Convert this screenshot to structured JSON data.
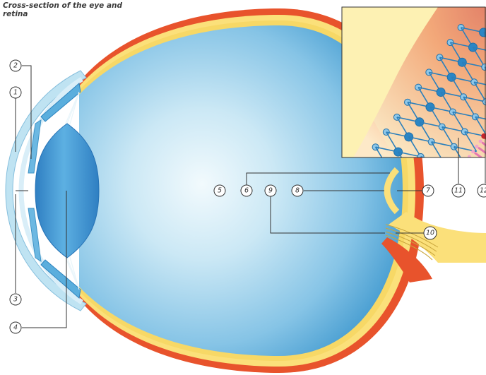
{
  "title": "Cross-section of the eye and retina",
  "callouts": [
    "1",
    "2",
    "3",
    "4",
    "5",
    "6",
    "7",
    "8",
    "9",
    "10",
    "11",
    "12"
  ],
  "colors": {
    "sclera": "#e8532c",
    "choroid_yellow": "#fbe07a",
    "vitreous_light": "#eef8fc",
    "vitreous_dark": "#4aa3d3",
    "lens": "#3a8fd0",
    "cornea": "#bfe3f2",
    "rod_pink": "#e777b0",
    "cone_red": "#c9252b",
    "neuron_blue": "#2b86c5",
    "pigment": "#e0452a"
  }
}
